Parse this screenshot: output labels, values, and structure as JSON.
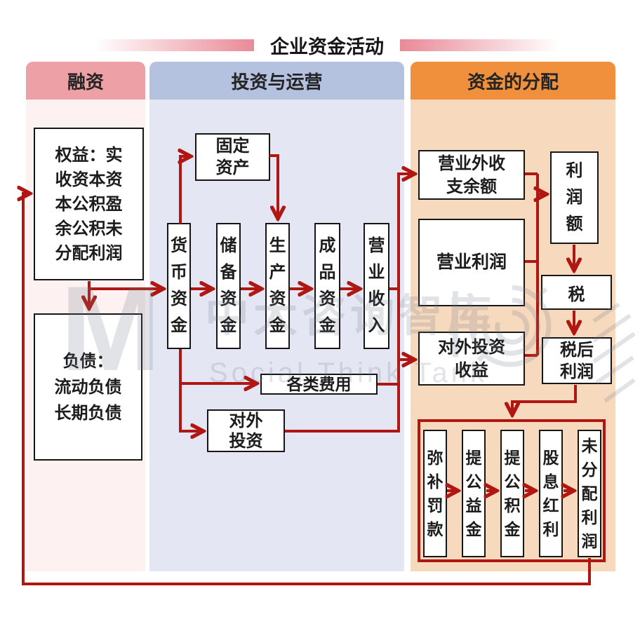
{
  "title": "企业资金活动",
  "columns": {
    "financing": {
      "label": "融资"
    },
    "operations": {
      "label": "投资与运营"
    },
    "allocation": {
      "label": "资金的分配"
    }
  },
  "nodes": {
    "equity": {
      "lines": [
        "权益：实",
        "收资本资",
        "本公积盈",
        "余公积未",
        "分配利润"
      ]
    },
    "liabilities": {
      "lines": [
        "负债：",
        "流动负债",
        "长期负债"
      ]
    },
    "fixed_assets": {
      "lines": [
        "固定",
        "资产"
      ]
    },
    "monetary_funds": {
      "label": "货币资金"
    },
    "reserve_funds": {
      "label": "储备资金"
    },
    "production_funds": {
      "label": "生产资金"
    },
    "finished_goods_funds": {
      "label": "成品资金"
    },
    "operating_revenue": {
      "label": "营业收入"
    },
    "expenses": {
      "label": "各类费用"
    },
    "external_investment": {
      "lines": [
        "对外",
        "投资"
      ]
    },
    "non_operating_balance": {
      "lines": [
        "营业外收",
        "支余额"
      ]
    },
    "operating_profit": {
      "label": "营业利润"
    },
    "external_investment_income": {
      "lines": [
        "对外投资",
        "收益"
      ]
    },
    "profit_amount": {
      "label": "利润额"
    },
    "tax": {
      "label": "税"
    },
    "after_tax_profit": {
      "lines": [
        "税后",
        "利润"
      ]
    },
    "cover_fines": {
      "label": "弥补罚款"
    },
    "welfare_fund": {
      "label": "提公益金"
    },
    "accumulation_fund": {
      "label": "提公积金"
    },
    "dividends": {
      "label": "股息红利"
    },
    "undistributed_profit": {
      "label": "未分配利润"
    }
  },
  "watermark": {
    "letter": "M",
    "cn": "中大咨询智库",
    "divider": "|",
    "en": "Social Think Tank"
  },
  "colors": {
    "arrow": "#b01712",
    "financing_header": "#eda0a6",
    "operations_header": "#b4c1df",
    "allocation_header": "#f08f3c",
    "financing_panel": "#fdf1f1",
    "operations_panel": "#e4e7f3",
    "allocation_panel": "#f7dabe",
    "box_border": "#161616"
  }
}
